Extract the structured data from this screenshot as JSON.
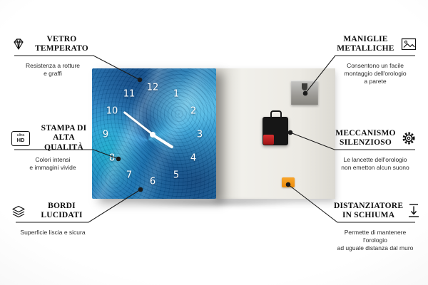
{
  "colors": {
    "line": "#1a1a1a",
    "clock_blue": "#1170b0",
    "foam_orange": "#f59a1a",
    "battery_red": "#c62828"
  },
  "clock": {
    "numbers": [
      "12",
      "1",
      "2",
      "3",
      "4",
      "5",
      "6",
      "7",
      "8",
      "9",
      "10",
      "11"
    ]
  },
  "callouts": {
    "vetro": {
      "title": "VETRO\nTEMPERATO",
      "description": "Resistenza a rotture\ne graffi"
    },
    "stampa": {
      "title": "STAMPA DI\nALTA QUALITÀ",
      "description": "Colori intensi\ne immagini vivide",
      "icon_text_top": "ultra",
      "icon_text_bottom": "HD"
    },
    "bordi": {
      "title": "BORDI\nLUCIDATI",
      "description": "Superficie liscia e sicura"
    },
    "maniglie": {
      "title": "MANIGLIE\nMETALLICHE",
      "description": "Consentono un facile\nmontaggio dell'orologio\na parete"
    },
    "meccanismo": {
      "title": "MECCANISMO\nSILENZIOSO",
      "description": "Le lancette dell'orologio\nnon emetton alcun suono"
    },
    "distanziatore": {
      "title": "DISTANZIATORE\nIN SCHIUMA",
      "description": "Permette di mantenere l'orologio\nad uguale distanza dal muro"
    }
  }
}
